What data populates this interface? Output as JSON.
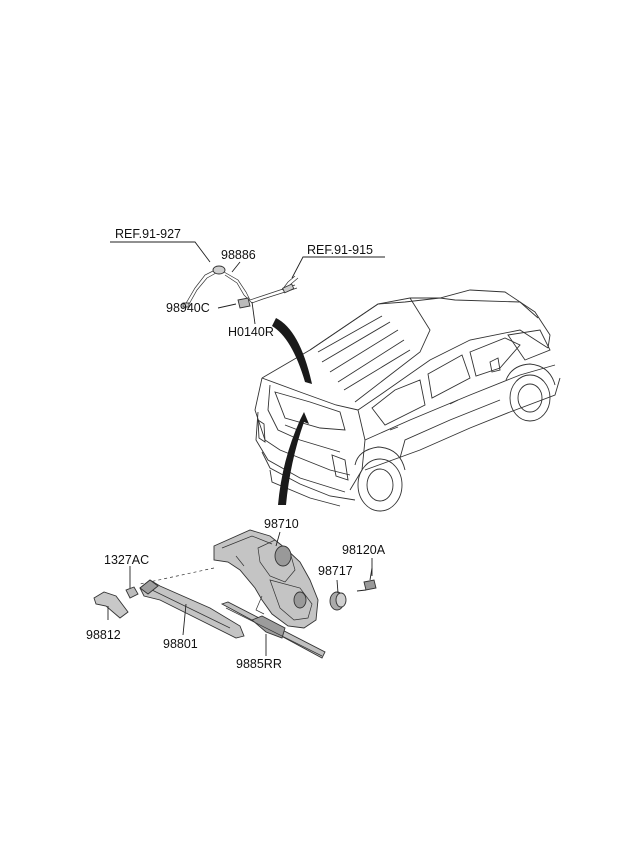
{
  "diagram": {
    "labels": {
      "ref_91_927": "REF.91-927",
      "ref_91_915": "REF.91-915",
      "p98886": "98886",
      "p98940C": "98940C",
      "pH0140R": "H0140R",
      "p98710": "98710",
      "p1327AC": "1327AC",
      "p98120A": "98120A",
      "p98717": "98717",
      "p98812": "98812",
      "p98801": "98801",
      "p9885RR": "9885RR"
    },
    "colors": {
      "line": "#222222",
      "part_fill": "#bdbdbd",
      "part_dark": "#8a8a8a",
      "arrow_fill": "#1a1a1a",
      "car_line": "#333333"
    }
  }
}
